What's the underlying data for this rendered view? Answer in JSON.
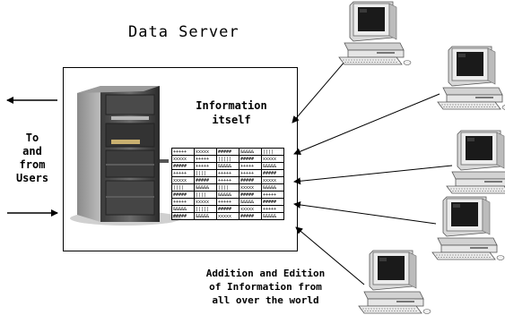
{
  "title": "Data Server",
  "info_label": [
    "Information",
    "itself"
  ],
  "users_label": [
    "To",
    "and",
    "from",
    "Users"
  ],
  "caption": [
    "Addition and Edition",
    "of Information from",
    "all over the world"
  ],
  "table": {
    "rows": [
      [
        "+++++",
        "xxxxx",
        "#####",
        "&&&&&",
        "||||"
      ],
      [
        "xxxxx",
        "+++++",
        "|||||",
        "#####",
        "xxxxx"
      ],
      [
        "#####",
        "+++++",
        "&&&&&",
        "+++++",
        "&&&&&"
      ],
      [
        "+++++",
        "||||",
        "+++++",
        "+++++",
        "#####"
      ],
      [
        "xxxxx",
        "#####",
        "+++++",
        "#####",
        "xxxxx"
      ],
      [
        "||||",
        "&&&&&",
        "||||",
        "xxxxx",
        "&&&&&"
      ],
      [
        "#####",
        "||||",
        "&&&&&",
        "#####",
        "+++++"
      ],
      [
        "+++++",
        "xxxxx",
        "+++++",
        "&&&&&",
        "#####"
      ],
      [
        "&&&&&",
        "|||||",
        "#####",
        "xxxxx",
        "+++++"
      ],
      [
        "#####",
        "&&&&&",
        "xxxxx",
        "#####",
        "&&&&&"
      ]
    ]
  },
  "icons": {
    "server": "server-tower-icon",
    "computer": "desktop-computer-icon"
  },
  "colors": {
    "ink": "#000000",
    "server_body": "#5a5a5a",
    "server_dark": "#2e2e2e",
    "pc_body": "#e4e4e4",
    "pc_screen": "#1a1a1a"
  }
}
